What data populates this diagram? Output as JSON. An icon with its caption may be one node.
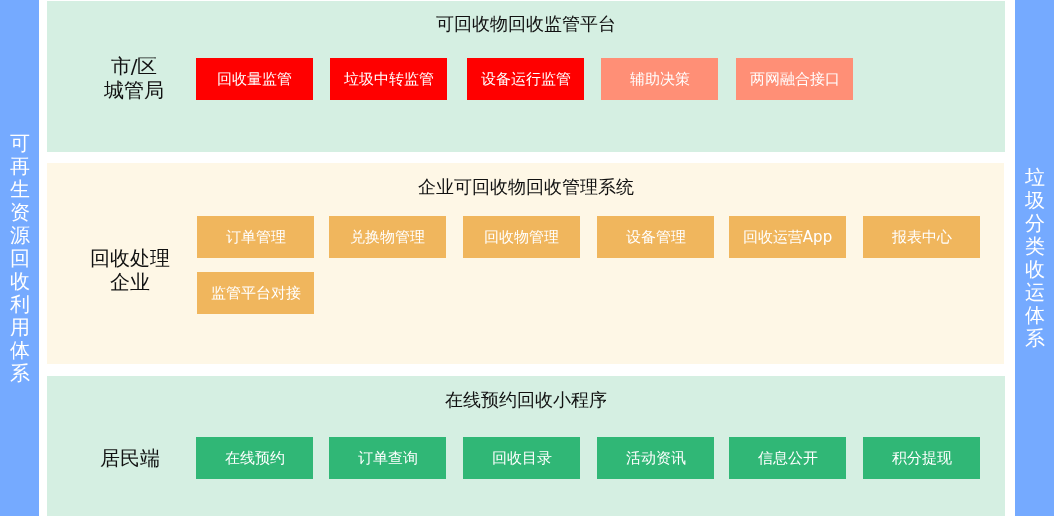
{
  "diagram": {
    "nodes": [
      {
        "text": [
          "可再生资源回收利用体系"
        ]
      },
      {
        "text": [
          "垃圾分类收运体系"
        ]
      },
      {
        "text": [
          "可回收物回收监管平台",
          "市/区城管局"
        ]
      },
      {
        "text": [
          "回收量监管"
        ],
        "in": 2
      },
      {
        "text": [
          "垃圾中转监管"
        ],
        "in": 2
      },
      {
        "text": [
          "设备运行监管"
        ],
        "in": 2
      },
      {
        "text": [
          "辅助决策"
        ],
        "in": 2
      },
      {
        "text": [
          "两网融合接口"
        ],
        "in": 2
      },
      {
        "text": [
          "企业可回收物回收管理系统",
          "回收处理企业"
        ]
      },
      {
        "text": [
          "订单管理"
        ],
        "in": 8
      },
      {
        "text": [
          "兑换物管理"
        ],
        "in": 8
      },
      {
        "text": [
          "回收物管理"
        ],
        "in": 8
      },
      {
        "text": [
          "设备管理"
        ],
        "in": 8
      },
      {
        "text": [
          "回收运营App"
        ],
        "in": 8
      },
      {
        "text": [
          "报表中心"
        ],
        "in": 8
      },
      {
        "text": [
          "监管平台对接"
        ],
        "in": 8
      },
      {
        "text": [
          "在线预约回收小程序",
          "居民端"
        ]
      },
      {
        "text": [
          "在线预约"
        ],
        "in": 16
      },
      {
        "text": [
          "订单查询"
        ],
        "in": 16
      },
      {
        "text": [
          "回收目录"
        ],
        "in": 16
      },
      {
        "text": [
          "活动资讯"
        ],
        "in": 16
      },
      {
        "text": [
          "信息公开"
        ],
        "in": 16
      },
      {
        "text": [
          "积分提现"
        ],
        "in": 16
      }
    ]
  }
}
